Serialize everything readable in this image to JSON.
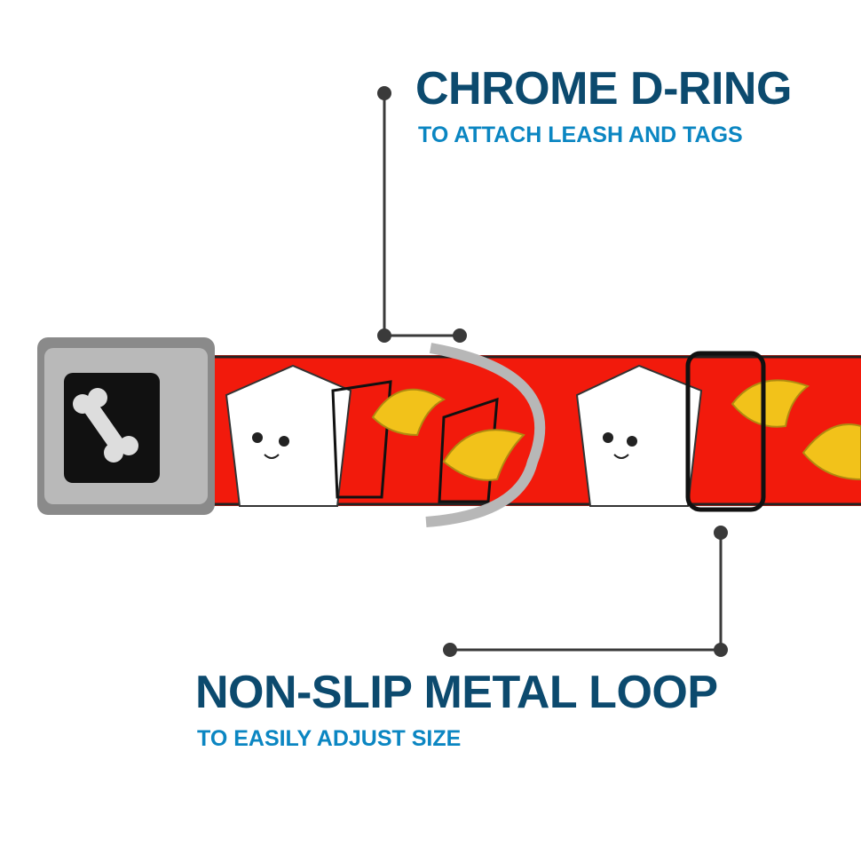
{
  "callouts": [
    {
      "title": "CHROME D-RING",
      "subtitle": "TO ATTACH LEASH AND TAGS"
    },
    {
      "title": "NON-SLIP METAL LOOP",
      "subtitle": "TO EASILY ADJUST SIZE"
    }
  ],
  "colors": {
    "title": "#0c4a6e",
    "subtitle": "#0b86c2",
    "strap": "#f21a0c",
    "leader": "#3a3a3a"
  }
}
